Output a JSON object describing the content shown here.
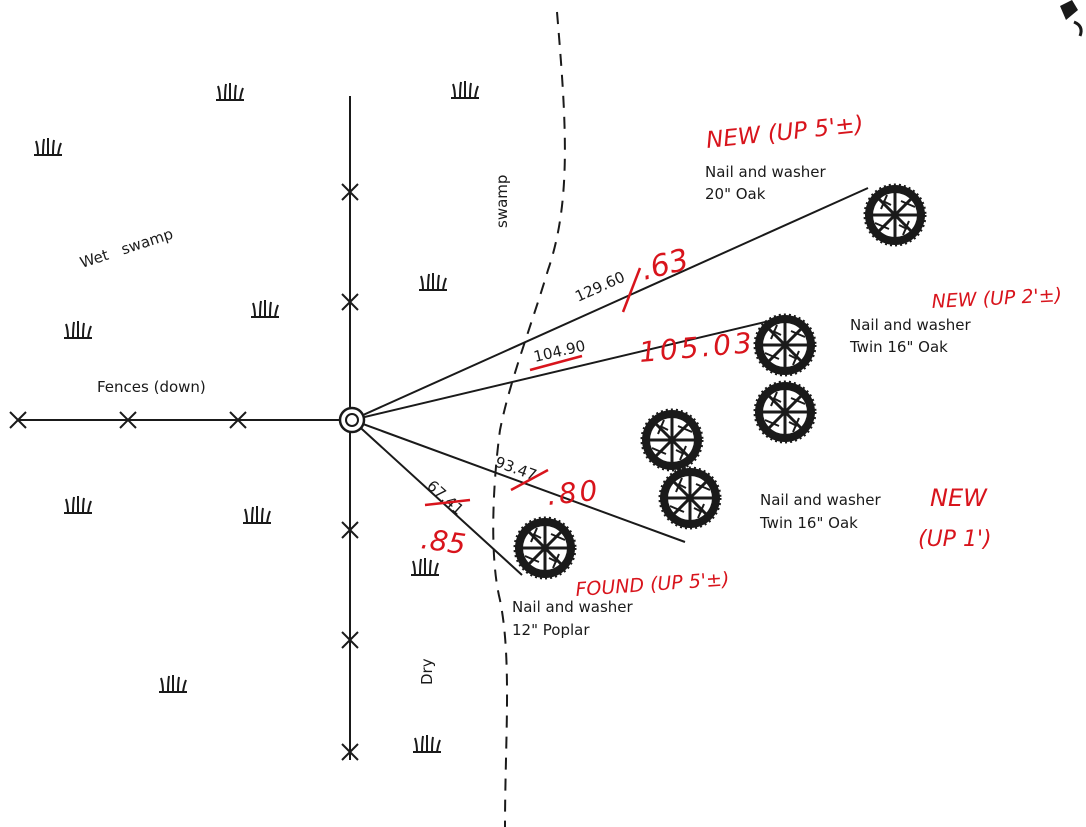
{
  "area_labels": {
    "wet_swamp": "Wet   swamp",
    "swamp": "swamp",
    "dry": "Dry",
    "fences": "Fences (down)"
  },
  "trees": [
    {
      "id": "oak20",
      "line1": "Nail and washer",
      "line2": "20\" Oak"
    },
    {
      "id": "twin16a",
      "line1": "Nail and washer",
      "line2": "Twin 16\" Oak"
    },
    {
      "id": "twin16b",
      "line1": "Nail and washer",
      "line2": "Twin 16\" Oak"
    },
    {
      "id": "poplar12",
      "line1": "Nail and washer",
      "line2": "12\" Poplar"
    }
  ],
  "distances": {
    "oak20_original": "129.60",
    "oak20_revised": ".63",
    "twin16a_original": "104.90",
    "twin16a_revised": "105.03",
    "twin16b_original": "93.47",
    "twin16b_revised": ".80",
    "poplar_original": "67.41",
    "poplar_revised": ".85"
  },
  "handwritten_notes": {
    "oak20": "NEW (UP 5'±)",
    "twin16a": "NEW (UP 2'±)",
    "twin16b_line1": "NEW",
    "twin16b_line2": "(UP 1')",
    "poplar": "FOUND (UP 5'±)"
  },
  "colors": {
    "ink": "#1a1a1a",
    "red_ink": "#d8141c"
  },
  "icons": [
    "marsh-grass-icon",
    "fence-x-icon",
    "tree-canopy-icon",
    "control-point-icon",
    "north-arrow-icon"
  ]
}
